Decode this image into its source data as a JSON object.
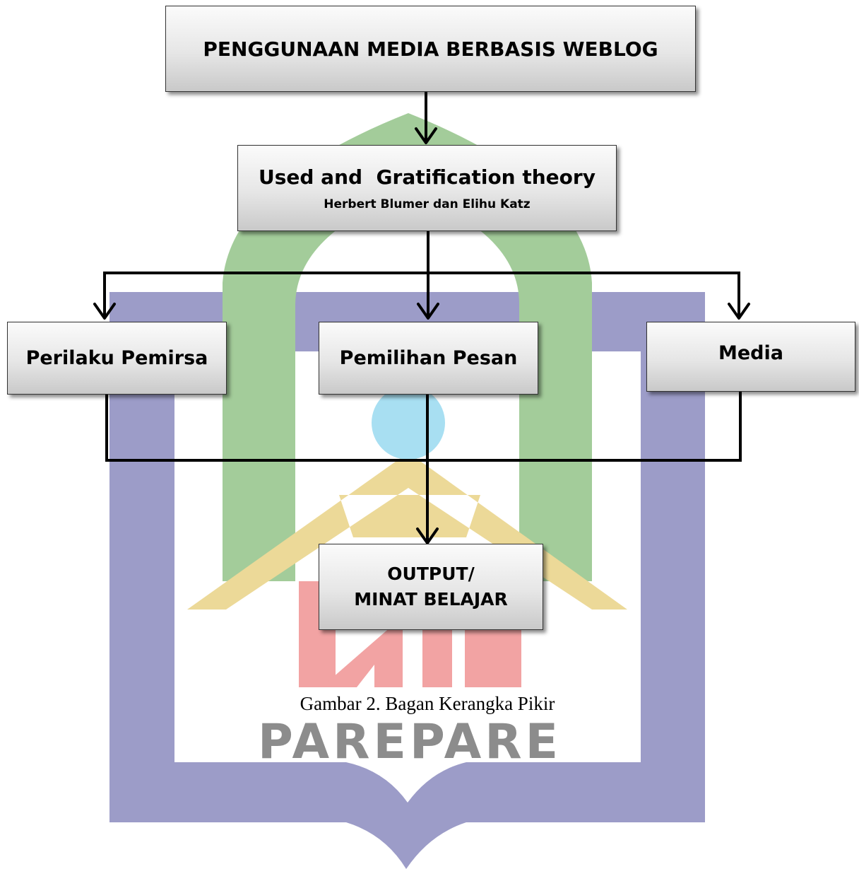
{
  "diagram": {
    "top_box": "PENGGUNAAN MEDIA BERBASIS WEBLOG",
    "theory_box": {
      "title": "Used and  Gratification theory",
      "subtitle": "Herbert Blumer dan Elihu Katz"
    },
    "elements": [
      "Perilaku Pemirsa",
      "Pemilihan Pesan",
      "Media"
    ],
    "output_box": [
      "OUTPUT/",
      "MINAT BELAJAR"
    ],
    "caption": "Gambar 2. Bagan Kerangka Pikir"
  },
  "watermark": {
    "text": "PAREPARE",
    "colors": {
      "frame": "#9c9cc8",
      "arch": "#a3cc9a",
      "roof": "#ecd998",
      "letters": "#f2a3a3",
      "globe": "#a8dff2",
      "text": "#8c8c8c"
    }
  }
}
